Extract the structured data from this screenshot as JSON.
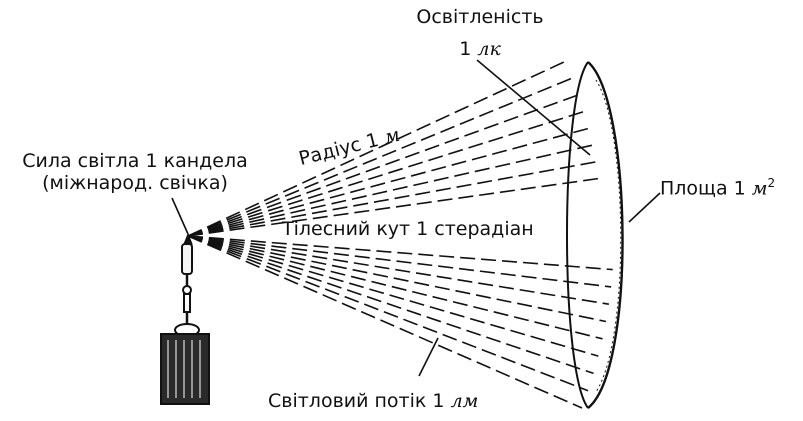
{
  "labels": {
    "illuminance_title": "Освітленість",
    "illuminance_value": "1",
    "illuminance_unit": "лк",
    "radius_text": "Радіус 1",
    "radius_unit": "м",
    "intensity_line1": "Сила світла 1 кандела",
    "intensity_line2": "(міжнарод. свічка)",
    "area_text": "Площа 1",
    "area_unit": "м",
    "area_exponent": "2",
    "solid_angle": "Тілесний кут 1 стерадіан",
    "flux_text": "Світловий потік 1",
    "flux_unit": "лм"
  },
  "colors": {
    "ink": "#111111",
    "paper": "#ffffff"
  }
}
